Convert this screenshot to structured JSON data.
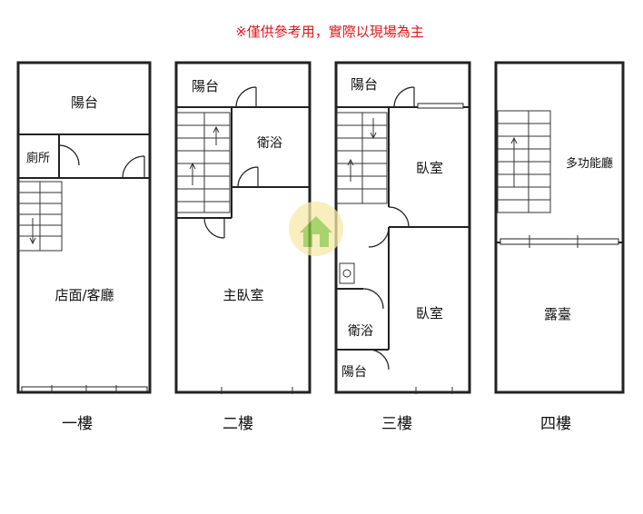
{
  "disclaimer": "※僅供參考用，實際以現場為主",
  "colors": {
    "disclaimer": "#e0161b",
    "wall": "#222222",
    "watermark_bg": "#f7e9a8",
    "watermark_fg": "#8cc63f"
  },
  "floors": [
    {
      "label": "一樓",
      "rooms": {
        "balcony": "陽台",
        "toilet": "廁所",
        "main": "店面/客廳"
      }
    },
    {
      "label": "二樓",
      "rooms": {
        "balcony": "陽台",
        "bath": "衛浴",
        "main": "主臥室"
      }
    },
    {
      "label": "三樓",
      "rooms": {
        "balcony_top": "陽台",
        "bedroom1": "臥室",
        "bedroom2": "臥室",
        "bath": "衛浴",
        "balcony_bottom": "陽台"
      }
    },
    {
      "label": "四樓",
      "rooms": {
        "multi": "多功能廳",
        "terrace": "露臺"
      }
    }
  ],
  "watermark_icon": "house-logo-icon"
}
